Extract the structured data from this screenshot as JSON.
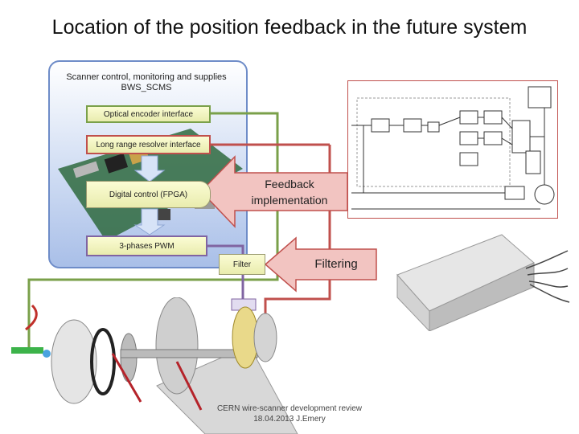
{
  "slide": {
    "title": "Location of the position feedback in the future system"
  },
  "panel": {
    "title_line1": "Scanner control, monitoring and supplies",
    "title_line2": "BWS_SCMS"
  },
  "blocks": {
    "optical": "Optical encoder interface",
    "resolver": "Long range resolver interface",
    "digital": "Digital control (FPGA)",
    "pwm": "3-phases PWM",
    "filter": "Filter"
  },
  "callouts": {
    "feedback_line1": "Feedback",
    "feedback_line2": "implementation",
    "filtering": "Filtering"
  },
  "footer": {
    "line1": "CERN wire-scanner development review",
    "line2": "18.04.2013 J.Emery"
  },
  "colors": {
    "green_wire": "#7aa04a",
    "red_wire": "#c0504d",
    "purple_wire": "#8064a2",
    "arrow_fill": "#f2c4c1"
  }
}
